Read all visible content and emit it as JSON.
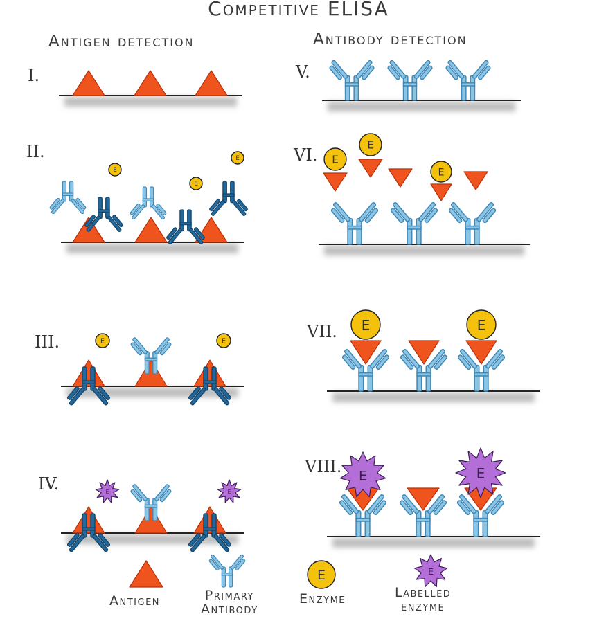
{
  "title": "Competitive ELISA",
  "left_heading": "Antigen detection",
  "right_heading": "Antibody detection",
  "steps": [
    "I.",
    "II.",
    "III.",
    "IV.",
    "V.",
    "VI.",
    "VII.",
    "VIII."
  ],
  "enzyme_letter": "E",
  "legend": {
    "antigen": "Antigen",
    "antibody_line1": "Primary",
    "antibody_line2": "Antibody",
    "enzyme": "Enzyme",
    "labelled_line1": "Labelled",
    "labelled_line2": "enzyme"
  },
  "colors": {
    "antigen": "#f0541e",
    "antibody_light": "#8cc5e3",
    "antibody_dark": "#23689a",
    "enzyme": "#f4c20d",
    "labelled_enzyme": "#b46ed8"
  }
}
